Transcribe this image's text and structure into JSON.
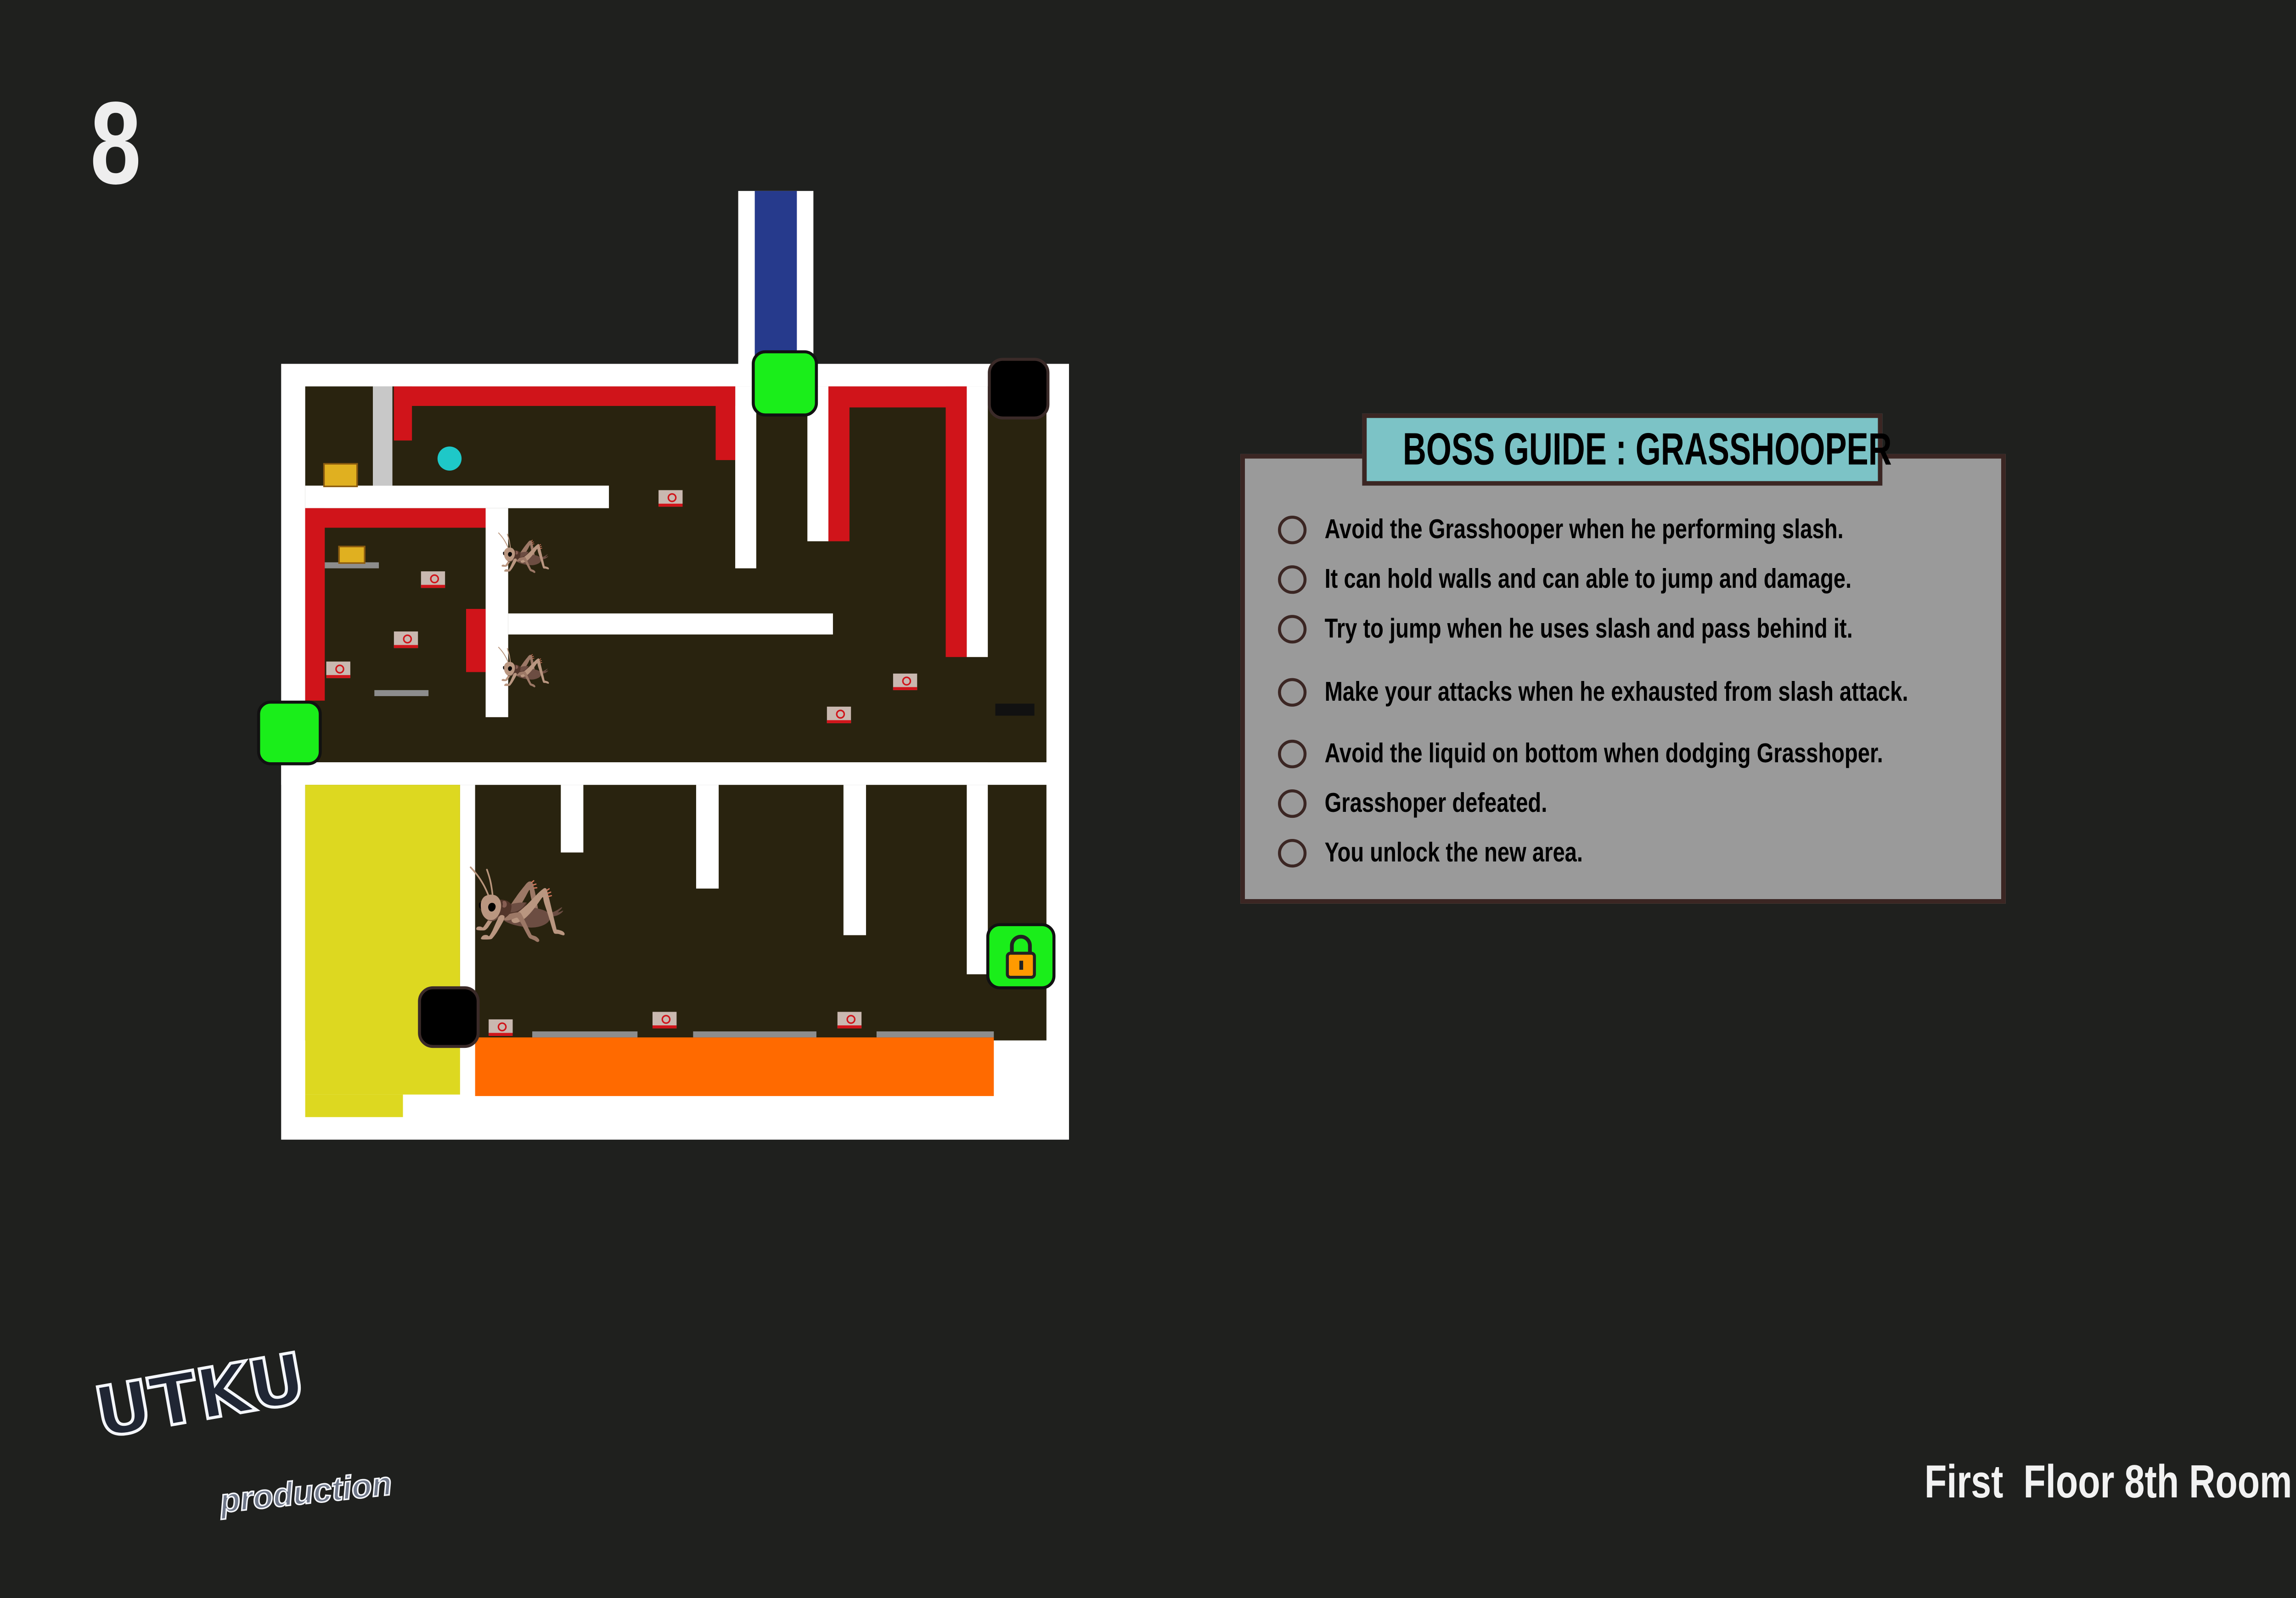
{
  "room_number": "8",
  "boss_guide": {
    "title": "BOSS GUIDE : GRASSHOOPER",
    "items": [
      "Avoid the Grasshooper when he performing slash.",
      "It can hold walls and can able to jump and damage.",
      "Try to jump when he uses slash and pass behind it.",
      "Make your attacks when he exhausted from slash attack.",
      "Avoid the liquid on bottom when dodging Grasshoper.",
      "Grasshoper defeated.",
      "You unlock the new area."
    ]
  },
  "footer": "First  Floor 8th Room",
  "logo": {
    "main": "UTKU",
    "sub": "production"
  },
  "colors": {
    "background": "#1f201e",
    "floor": "#29230f",
    "hazard_red": "#d0141a",
    "door_green": "#1aee1a",
    "lava": "#ff6a00",
    "acid": "#ddd820",
    "water": "#263a8c",
    "panel": "#9a9a9a",
    "title_box": "#7cc3c6"
  }
}
